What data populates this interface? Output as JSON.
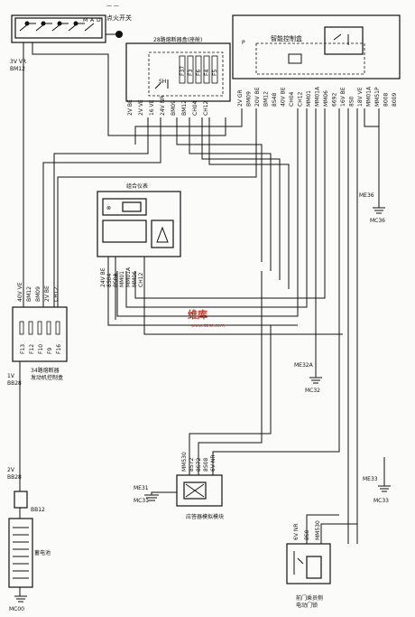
{
  "top_mark": "— —",
  "ignition_switch": {
    "title": "点火开关",
    "wire_code": "3V VR",
    "connector": "BM12",
    "pos_m": "M",
    "pos_a": "A",
    "pos_d": "D"
  },
  "fuse_box_28": {
    "title": "28路熔断器盒(座舱)",
    "pin_labels": [
      "F37",
      "F3",
      "F6",
      "F4",
      "F5"
    ],
    "sh_label": "SH",
    "bottom_codes": [
      "2V BE",
      "2V VE",
      "16 VE",
      "24V NR",
      "BM09",
      "BM12",
      "CH04",
      "CH12"
    ]
  },
  "smart_box": {
    "title": "智能控制盒",
    "p_label": "P",
    "bottom_codes": [
      "2V GR",
      "BM09",
      "20V BE",
      "BM12",
      "8S48",
      "40V BE",
      "CH04",
      "CH12",
      "MM01",
      "MM01A",
      "MM06",
      "6692",
      "16V BE",
      "8S0",
      "18V VE",
      "MM01A",
      "MM51P",
      "8008",
      "8009"
    ]
  },
  "cluster": {
    "title": "组合仪表",
    "bottom_codes": [
      "24V BE",
      "8S04",
      "8S0A",
      "MM01",
      "MM01A",
      "MM06",
      "CH12"
    ]
  },
  "fuse_box_34": {
    "title_line1": "34路熔断器",
    "title_line2": "发动机控制盒",
    "top_codes": [
      "40V VE",
      "BM12",
      "BM09",
      "2V BE",
      "CH12"
    ],
    "fuse_labels": [
      "F13",
      "F12",
      "F10",
      "F9",
      "F16"
    ],
    "bottom_code": "BB28",
    "bottom_wire": "1V"
  },
  "airbag_module": {
    "title": "应答器模拟模块",
    "top_codes": [
      "MM530",
      "8S72",
      "8S72",
      "8S08",
      "6V NR"
    ],
    "ground": "MC31",
    "ground_wire": "ME31"
  },
  "door_lock": {
    "title_line1": "前门乘员侧",
    "title_line2": "电动门锁",
    "top_codes": [
      "6V NR",
      "8S0",
      "MM530"
    ]
  },
  "battery": {
    "title": "蓄电池",
    "connector": "BB28",
    "wire": "2V",
    "relay": "BB12",
    "ground": "MC00"
  },
  "grounds": [
    {
      "name": "ME32A",
      "label": "MC32"
    },
    {
      "name": "ME36",
      "label": "MC36"
    },
    {
      "name": "ME33",
      "label": "MC33"
    }
  ],
  "watermark": {
    "main": "维库",
    "sub": "www.dzsc.com"
  }
}
